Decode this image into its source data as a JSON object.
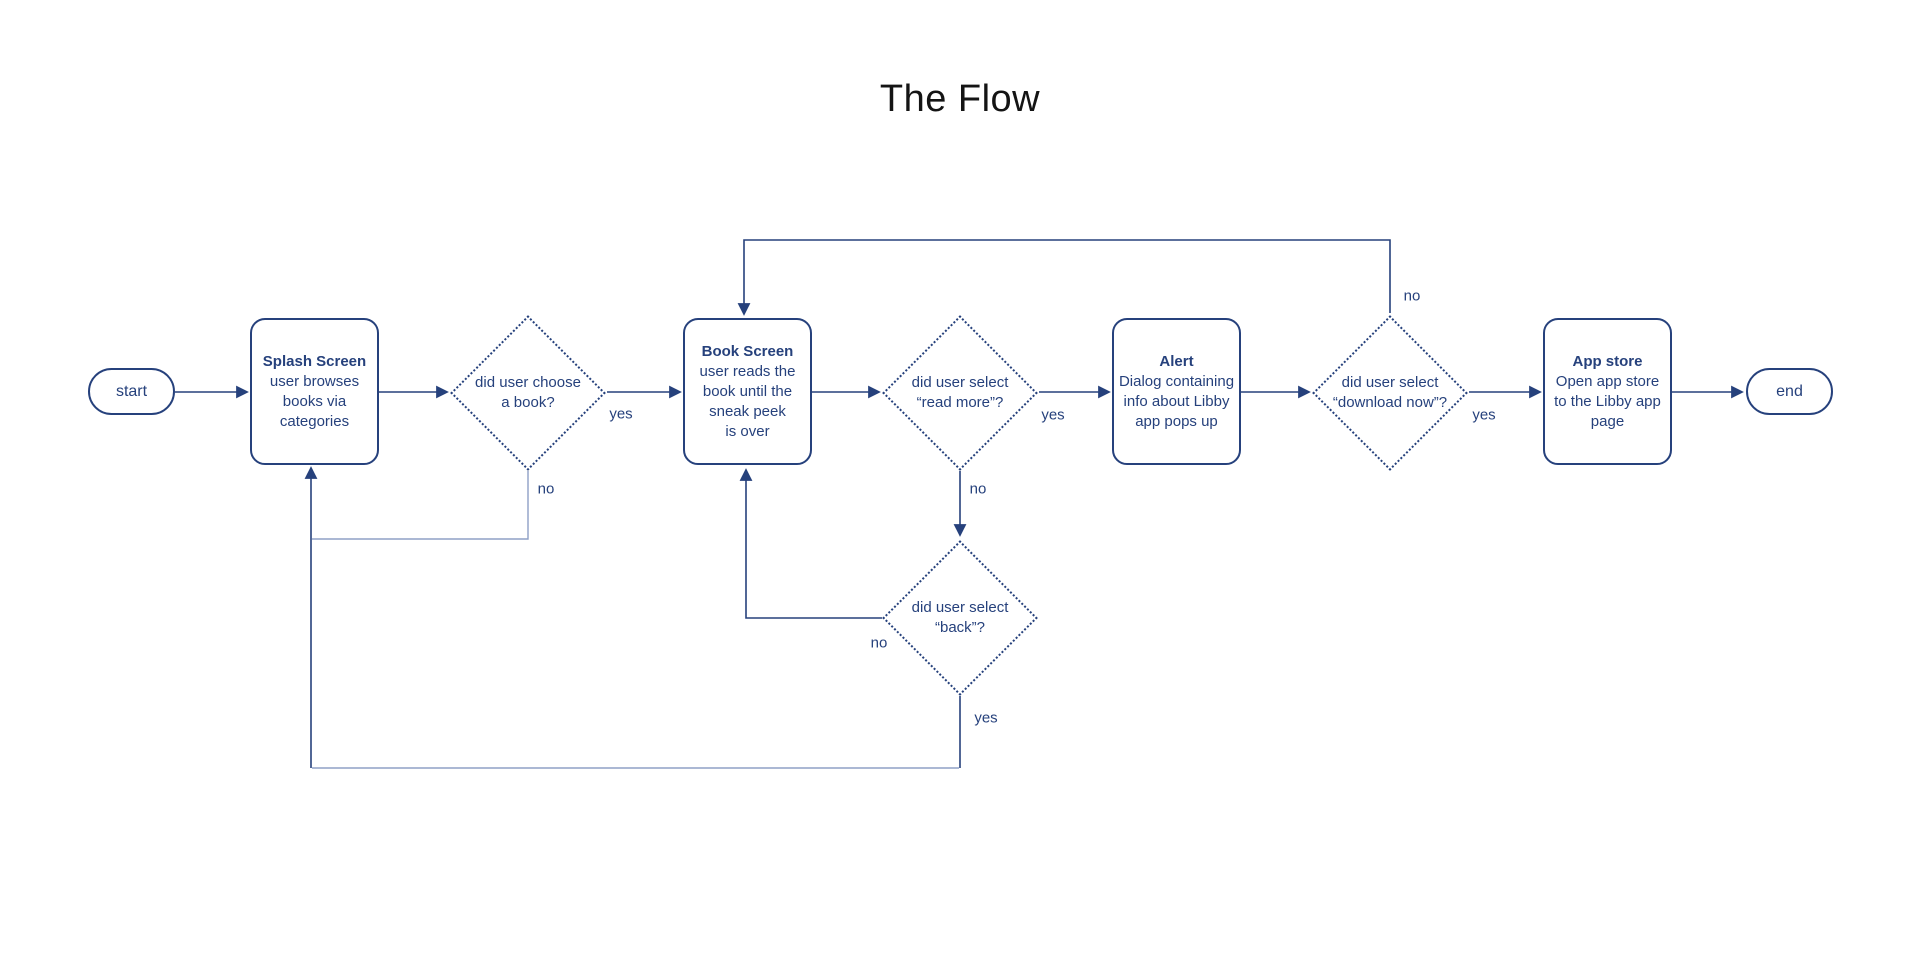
{
  "title": "The Flow",
  "colors": {
    "navy": "#26417c",
    "muted_line": "#8fa0c6",
    "title_color": "#141414",
    "background": "#ffffff"
  },
  "nodes": {
    "start": {
      "label": "start"
    },
    "splash": {
      "title": "Splash Screen",
      "body": "user browses\nbooks via\ncategories"
    },
    "decision_choose_book": {
      "question": "did user choose\na book?"
    },
    "book": {
      "title": "Book Screen",
      "body": "user reads the\nbook until the\nsneak peek\nis over"
    },
    "decision_read_more": {
      "question": "did user select\n“read more”?"
    },
    "alert": {
      "title": "Alert",
      "body": "Dialog containing\ninfo about Libby\napp pops up"
    },
    "decision_download_now": {
      "question": "did user select\n“download now”?"
    },
    "appstore": {
      "title": "App store",
      "body": "Open app store\nto the Libby app\npage"
    },
    "end": {
      "label": "end"
    },
    "decision_back": {
      "question": "did user select\n“back”?"
    }
  },
  "edge_labels": {
    "choose_book_yes": "yes",
    "choose_book_no": "no",
    "read_more_yes": "yes",
    "read_more_no": "no",
    "download_now_yes": "yes",
    "download_now_no": "no",
    "back_yes": "yes",
    "back_no": "no"
  }
}
